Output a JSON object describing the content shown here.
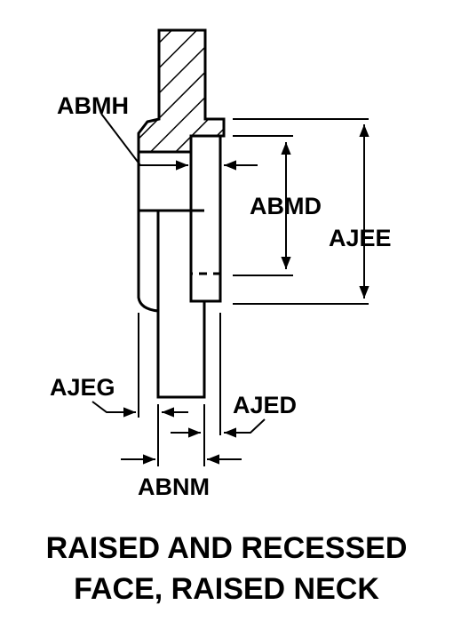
{
  "labels": {
    "abmh": "ABMH",
    "abmd": "ABMD",
    "ajee": "AJEE",
    "ajeg": "AJEG",
    "ajed": "AJED",
    "abnm": "ABNM"
  },
  "caption": {
    "line1": "RAISED AND RECESSED",
    "line2": "FACE, RAISED NECK"
  }
}
